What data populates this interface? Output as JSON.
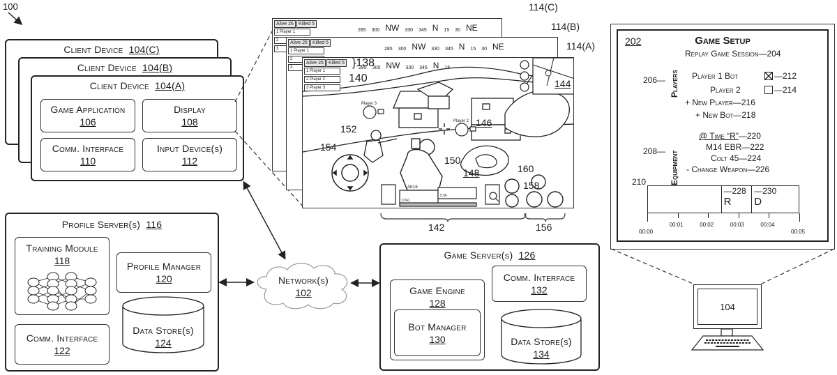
{
  "figure": {
    "ref": "100"
  },
  "client_devices": [
    {
      "label": "Client Device",
      "ref": "104(C)"
    },
    {
      "label": "Client Device",
      "ref": "104(B)"
    },
    {
      "label": "Client Device",
      "ref": "104(A)"
    }
  ],
  "client_components": {
    "game_application": {
      "label": "Game Application",
      "ref": "106"
    },
    "display": {
      "label": "Display",
      "ref": "108"
    },
    "comm_interface": {
      "label": "Comm. Interface",
      "ref": "110"
    },
    "input_devices": {
      "label": "Input Device(s)",
      "ref": "112"
    }
  },
  "profile_server": {
    "label": "Profile Server(s)",
    "ref": "116",
    "training_module": {
      "label": "Training Module",
      "ref": "118"
    },
    "profile_manager": {
      "label": "Profile Manager",
      "ref": "120"
    },
    "comm_interface": {
      "label": "Comm. Interface",
      "ref": "122"
    },
    "data_store": {
      "label": "Data Store(s)",
      "ref": "124"
    }
  },
  "network": {
    "label": "Network(s)",
    "ref": "102"
  },
  "game_server": {
    "label": "Game Server(s)",
    "ref": "126",
    "game_engine": {
      "label": "Game Engine",
      "ref": "128"
    },
    "bot_manager": {
      "label": "Bot Manager",
      "ref": "130"
    },
    "comm_interface": {
      "label": "Comm. Interface",
      "ref": "132"
    },
    "data_store": {
      "label": "Data Store(s)",
      "ref": "134"
    }
  },
  "game_screens": {
    "refs": [
      "114(C)",
      "114(B)",
      "114(A)"
    ],
    "hud": {
      "alive_label": "Alive",
      "alive_count": "26",
      "killed_label": "Killed",
      "killed_count": "5"
    },
    "players": [
      "Player 1",
      "Player 2",
      "Player 3"
    ],
    "compass": [
      "285",
      "300",
      "NW",
      "330",
      "345",
      "N",
      "15",
      "30",
      "NE"
    ],
    "callouts": {
      "hud_stats": "138",
      "player_list": "140",
      "bottom_hud": "142",
      "minimap": "144",
      "building": "146",
      "area": "148",
      "player_character": "150",
      "teammate": "152",
      "joystick": "154",
      "action_buttons": "156",
      "fire_button": "158",
      "melee_button": "160"
    },
    "teammate_labels": [
      "Player 3",
      "Player 2"
    ],
    "teammate_numbers": [
      "3",
      "2"
    ],
    "weapons": {
      "primary": "AK16",
      "ammo": "17/41",
      "secondary": "5.56"
    }
  },
  "game_setup": {
    "ref": "202",
    "title": "Game Setup",
    "replay": {
      "label": "Replay Game Session",
      "ref": "204"
    },
    "players_section": {
      "label": "Players",
      "ref": "206"
    },
    "equipment_section": {
      "label": "Equipment",
      "ref": "208"
    },
    "player_1_bot": {
      "label": "Player 1 Bot",
      "checked": true,
      "ref": "212"
    },
    "player_2": {
      "label": "Player 2",
      "checked": false,
      "ref": "214"
    },
    "new_player": {
      "label": "+ New Player",
      "ref": "216"
    },
    "new_bot": {
      "label": "+ New Bot",
      "ref": "218"
    },
    "time_r": {
      "label": "@ Time “R”",
      "ref": "220"
    },
    "weapon_1": {
      "label": "M14 EBR",
      "ref": "222"
    },
    "weapon_2": {
      "label": "Colt 45",
      "ref": "224"
    },
    "change_weapon": {
      "label": "- Change Weapon",
      "ref": "226"
    },
    "timeline": {
      "ref": "210",
      "marker_r": {
        "label": "R",
        "ref": "228",
        "time_s": 2.4
      },
      "marker_d": {
        "label": "D",
        "ref": "230",
        "time_s": 3.4
      },
      "ticks": [
        "00:00",
        "00:01",
        "00:02",
        "00:03",
        "00:04",
        "00:05"
      ],
      "range_s": [
        0,
        5
      ]
    }
  },
  "computer": {
    "ref": "104"
  }
}
